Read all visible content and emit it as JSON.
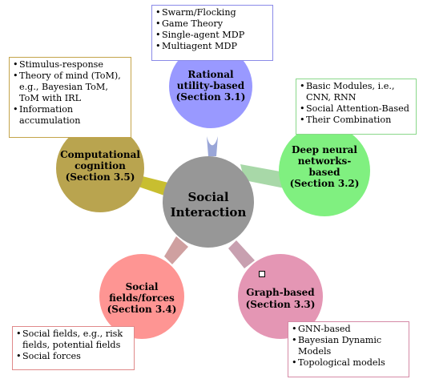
{
  "center": {
    "line1": "Social",
    "line2": "Interaction",
    "color": "#979797"
  },
  "nodes": [
    {
      "id": "rational",
      "lines": [
        "Rational",
        "utility-based",
        "(Section 3.1)"
      ],
      "color": "#9999ff"
    },
    {
      "id": "deep",
      "lines": [
        "Deep neural",
        "networks-",
        "based",
        "(Section 3.2)"
      ],
      "color": "#80f080"
    },
    {
      "id": "graph",
      "lines": [
        "Graph-based",
        "(Section 3.3)"
      ],
      "color": "#e496b4"
    },
    {
      "id": "fields",
      "lines": [
        "Social",
        "fields/forces",
        "(Section 3.4)"
      ],
      "color": "#fe9593"
    },
    {
      "id": "cognition",
      "lines": [
        "Computational",
        "cognition",
        "(Section 3.5)"
      ],
      "color": "#b9a44f"
    }
  ],
  "boxes": {
    "rational": [
      "Swarm/Flocking",
      "Game Theory",
      "Single-agent MDP",
      "Multiagent MDP"
    ],
    "deep": [
      "Basic Modules, i.e., CNN, RNN",
      "Social Attention-Based",
      "Their Combination"
    ],
    "graph": [
      "GNN-based",
      "Bayesian Dynamic Models",
      "Topological models"
    ],
    "fields": [
      "Social fields, e.g., risk fields, potential fields",
      "Social forces"
    ],
    "cognition": [
      "Stimulus-response",
      "Theory of mind (ToM), e.g., Bayesian ToM, ToM with IRL",
      "Information accumulation"
    ]
  }
}
